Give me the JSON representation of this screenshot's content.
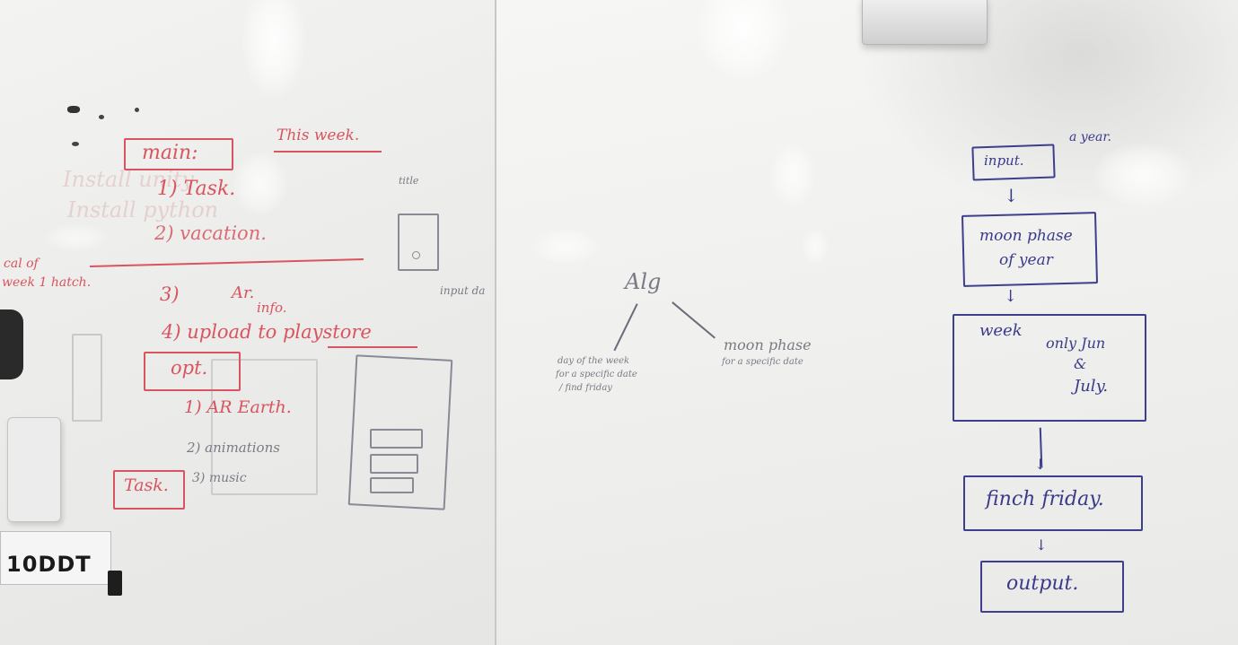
{
  "left_board": {
    "main_label": "main:",
    "this_week": "This week.",
    "item1": "1) Task.",
    "item2": "2) vacation.",
    "item3_num": "3)",
    "item3_text": "Ar.",
    "item3_sub": "info.",
    "item4": "4) upload to playstore",
    "opt_label": "opt.",
    "opt1": "1) AR Earth.",
    "opt2": "2) animations",
    "opt3": "3) music",
    "task_box": "Task.",
    "left_edge_1": "cal of",
    "left_edge_2": "week 1 hatch.",
    "title_note": "title",
    "input_note": "input da",
    "faded_1": "Install unity",
    "faded_2": "Install python"
  },
  "right_board": {
    "alg": "Alg",
    "day_note_1": "day of the week",
    "day_note_2": "for a specific date",
    "day_note_3": "/ find friday",
    "moon_note_1": "moon phase",
    "moon_note_2": "for a specific date",
    "flow": {
      "input": "input.",
      "input_note": "a year.",
      "moon_1": "moon phase",
      "moon_2": "of year",
      "week": "week",
      "week_note_1": "only Jun",
      "week_note_2": "&",
      "week_note_3": "July.",
      "finch": "finch friday.",
      "output": "output."
    }
  },
  "sticker_text": "10DDT"
}
